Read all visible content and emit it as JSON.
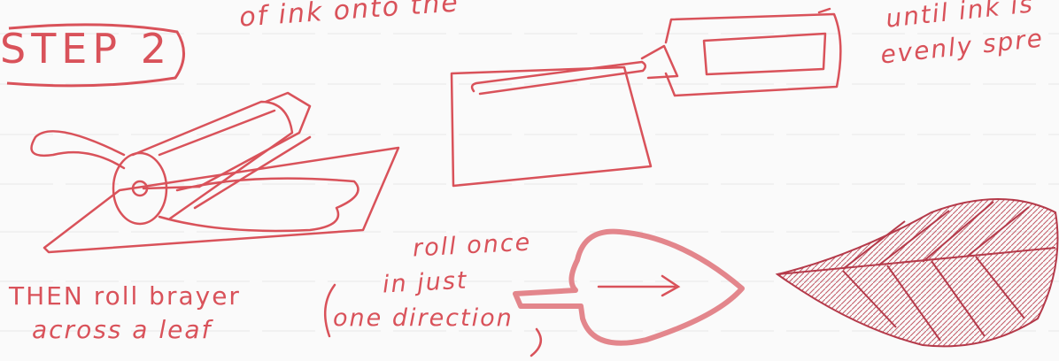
{
  "colors": {
    "ink": "#d9525a",
    "ink_light": "#e3868c",
    "leaf_print": "#b53a4a",
    "paper": "#fafafa",
    "rule_lines": "#f0f0f0"
  },
  "step_label": "STEP 2",
  "top_center_text": "of ink onto the",
  "top_right_text": {
    "line1": "until ink is",
    "line2": "evenly spre"
  },
  "bottom_left_caption": {
    "line1": "THEN roll brayer",
    "line2": "across a leaf"
  },
  "bottom_center_caption": {
    "line1": "roll once",
    "line2": "in just",
    "line3": "one direction"
  }
}
